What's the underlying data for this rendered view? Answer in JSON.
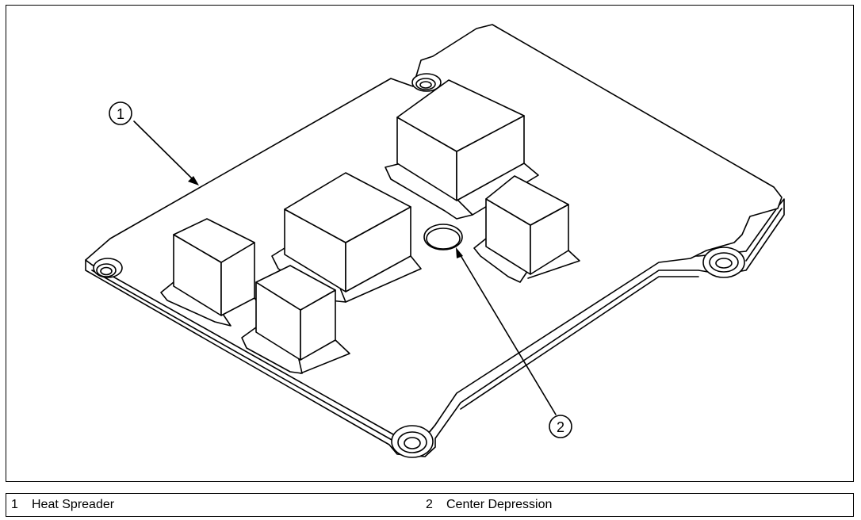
{
  "figure": {
    "callouts": [
      {
        "number": "1",
        "label": "Heat Spreader"
      },
      {
        "number": "2",
        "label": "Center Depression"
      }
    ]
  },
  "legend": {
    "items": [
      {
        "number": "1",
        "label": "Heat Spreader"
      },
      {
        "number": "2",
        "label": "Center Depression"
      }
    ]
  }
}
